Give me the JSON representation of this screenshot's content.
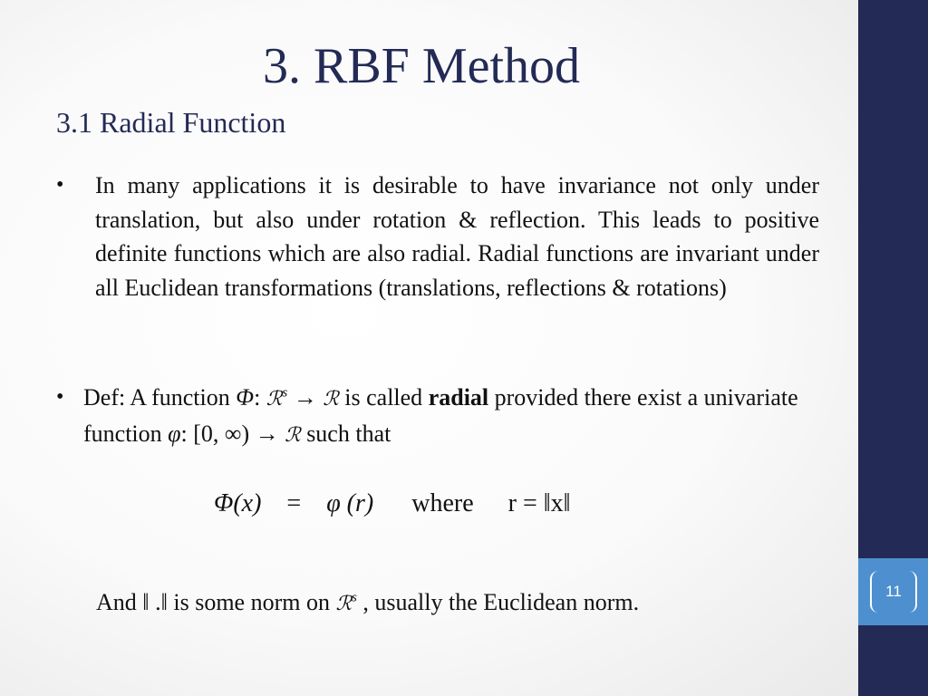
{
  "slide": {
    "title": "3. RBF Method",
    "subtitle": "3.1  Radial Function",
    "page_number": "11",
    "colors": {
      "accent_dark": "#232a55",
      "accent_blue": "#4e90cf"
    }
  },
  "bullets": {
    "bullet_symbol": "•",
    "first": {
      "text": "In many applications it is desirable to have invariance not only under translation, but also under rotation & reflection. This leads to positive definite functions which are also radial. Radial functions are invariant under all Euclidean transformations (translations, reflections & rotations)"
    },
    "definition": {
      "prefix": "Def: A function ",
      "phi_upper": "Φ",
      "colon1": ": ",
      "domain": "ℛ",
      "domain_sup": "s",
      "arrow1": " → ",
      "codomain1": "ℛ",
      "middle": " is called ",
      "term": "radial",
      "after_term": " provided there exist a univariate function ",
      "phi_lower": "φ",
      "interval": ": [0, ∞)",
      "arrow2": "  → ",
      "codomain2": "ℛ",
      "suffix": " such that"
    }
  },
  "equation": {
    "lhs": "Φ(x)",
    "equals": "=",
    "rhs": "φ (r)",
    "where": "where",
    "r_def": "r = ‖x‖"
  },
  "note": {
    "before": "And ‖ .‖ is some norm on ",
    "space": "ℛ",
    "space_sup": "s",
    "after": " , usually the Euclidean norm."
  }
}
